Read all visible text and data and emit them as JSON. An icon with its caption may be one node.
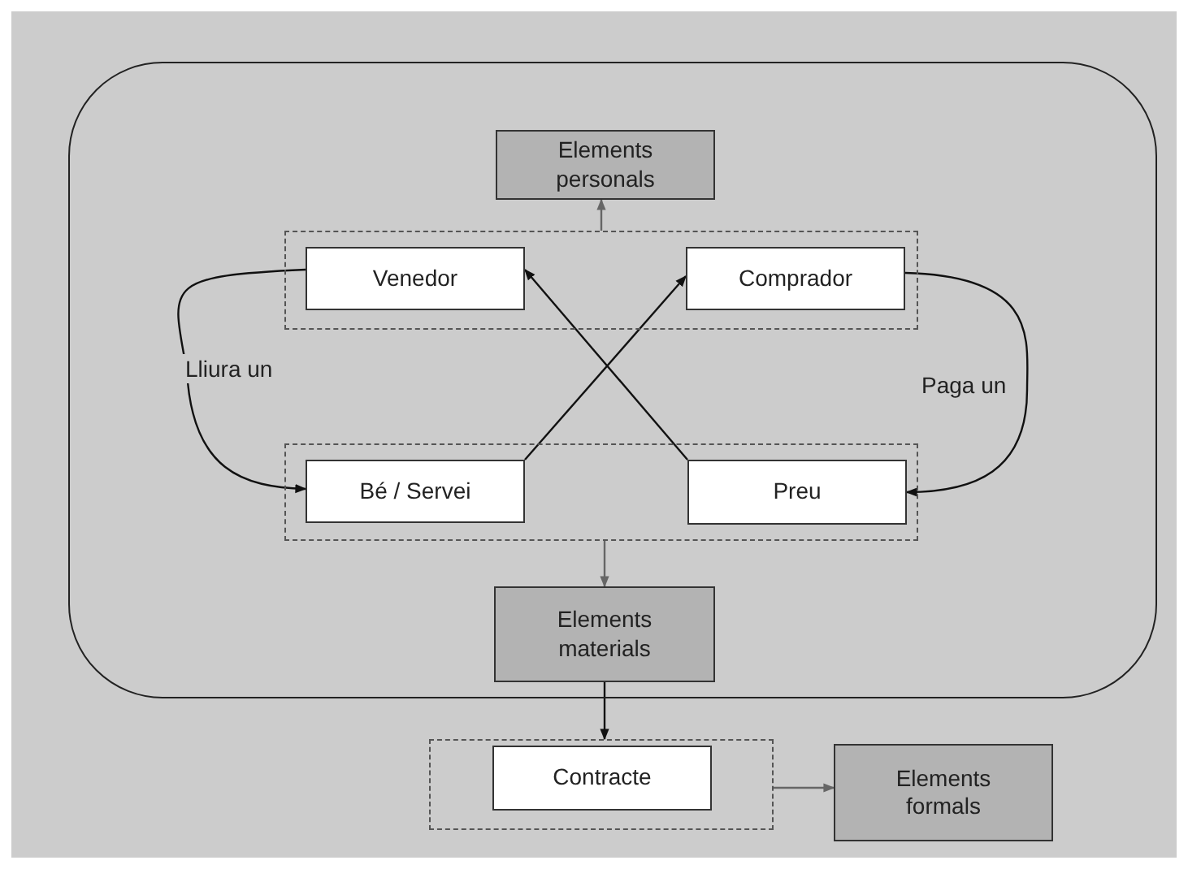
{
  "diagram": {
    "nodes": [
      {
        "text": [],
        "shape": "box"
      },
      {
        "text": [
          "Elements personals"
        ],
        "in": 0
      },
      {
        "text": [],
        "shape": "box",
        "in": 0
      },
      {
        "text": [
          "Venedor"
        ],
        "in": 2
      },
      {
        "text": [
          "Comprador"
        ],
        "in": 2
      },
      {
        "text": [],
        "shape": "box",
        "in": 0
      },
      {
        "text": [
          "Bé / Servei"
        ],
        "in": 5
      },
      {
        "text": [
          "Preu"
        ],
        "in": 5
      },
      {
        "text": [
          "Elements materials"
        ],
        "in": 0
      },
      {
        "text": [],
        "shape": "box"
      },
      {
        "text": [
          "Contracte"
        ],
        "in": 9
      },
      {
        "text": [
          "Elements formals"
        ]
      }
    ],
    "edges": [
      {
        "from": 2,
        "to": 1,
        "arrow": "to",
        "color": "#666666"
      },
      {
        "from": 3,
        "to": 6,
        "arrow": "to",
        "label": "Lliura un"
      },
      {
        "from": 4,
        "to": 7,
        "arrow": "to",
        "label": "Paga un"
      },
      {
        "from": 6,
        "to": 4,
        "arrow": "to"
      },
      {
        "from": 7,
        "to": 3,
        "arrow": "to"
      },
      {
        "from": 5,
        "to": 8,
        "arrow": "to",
        "color": "#666666"
      },
      {
        "from": 8,
        "to": 9,
        "arrow": "to"
      },
      {
        "from": 9,
        "to": 11,
        "arrow": "to",
        "color": "#666666"
      }
    ]
  }
}
